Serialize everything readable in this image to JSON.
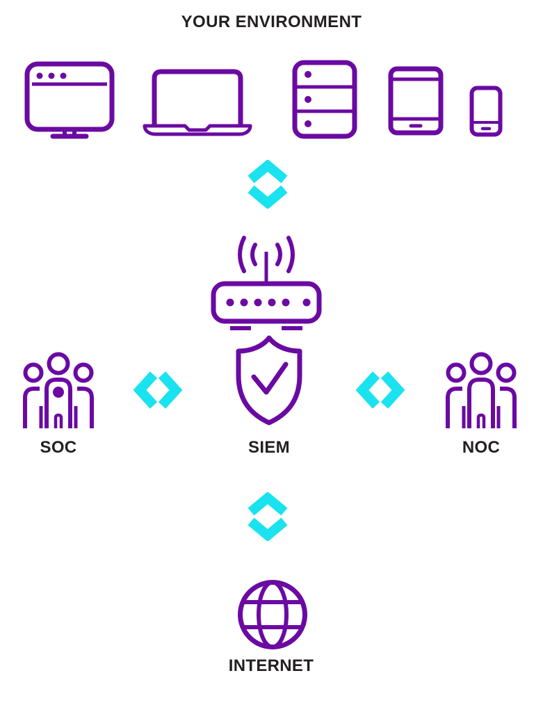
{
  "colors": {
    "purple": "#6B0AA2",
    "cyan": "#1BE2EF",
    "text": "#231F20",
    "background": "#FFFFFF"
  },
  "title": "YOUR ENVIRONMENT",
  "environment": {
    "devices": [
      "desktop-monitor",
      "laptop",
      "server",
      "tablet",
      "smartphone"
    ]
  },
  "nodes": {
    "router": {
      "icon": "wireless-router-icon"
    },
    "siem": {
      "label": "SIEM",
      "icon": "shield-check-icon"
    },
    "soc": {
      "label": "SOC",
      "icon": "people-group-badge-icon"
    },
    "noc": {
      "label": "NOC",
      "icon": "people-group-icon"
    },
    "internet": {
      "label": "INTERNET",
      "icon": "globe-icon"
    }
  },
  "connectors": {
    "environment_to_siem": "bidirectional-vertical-chevrons",
    "soc_to_siem": "bidirectional-horizontal-chevrons",
    "siem_to_noc": "bidirectional-horizontal-chevrons",
    "siem_to_internet": "bidirectional-vertical-chevrons"
  }
}
